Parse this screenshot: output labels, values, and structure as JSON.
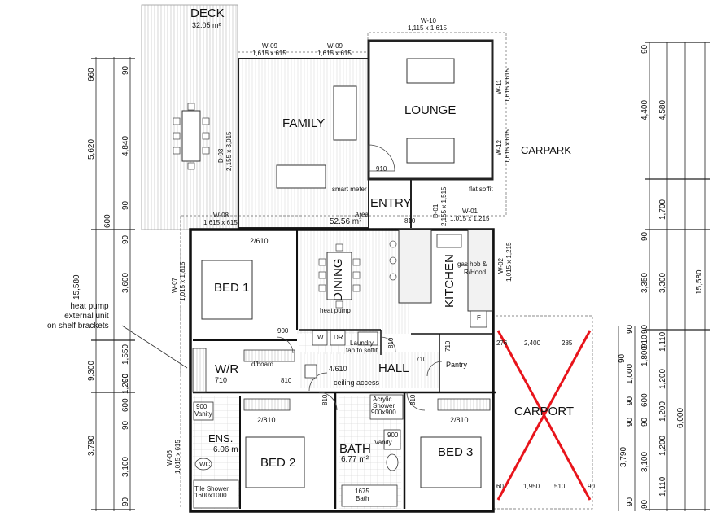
{
  "rooms": {
    "deck": "DECK",
    "deck_area": "32.05 m²",
    "family": "FAMILY",
    "lounge": "LOUNGE",
    "carpark": "CARPARK",
    "entry": "ENTRY",
    "area_label": "Area",
    "area_value": "52.56 m²",
    "bed1": "BED 1",
    "dining": "DINING",
    "kitchen": "KITCHEN",
    "wr": "W/R",
    "hall": "HALL",
    "ens": "ENS.",
    "ens_area": "6.06 m",
    "bed2": "BED 2",
    "bath": "BATH",
    "bath_area": "6.77 m²",
    "bed3": "BED 3",
    "carport": "CARPORT",
    "pantry": "Pantry",
    "laundry": "Laundry",
    "fan_to_soffit": "fan to soffit"
  },
  "windows": {
    "w10": "W-10",
    "w10_size": "1,115 x 1,615",
    "w09": "W-09",
    "w09_size": "1,615 x 615",
    "w11": "W-11",
    "w11_size": "1,615 x 615",
    "w12": "W-12",
    "w12_size": "1,615 x 615",
    "d03": "D-03",
    "d03_size": "2,155 x 3,015",
    "w08": "W-08",
    "w08_size": "1,615 x 615",
    "d01": "D-01",
    "d01_size": "2,155 x 1,515",
    "w01": "W-01",
    "w01_size": "1,015 x 1,215",
    "w02": "W-02",
    "w02_size": "1,015 x 1,215",
    "w07": "W-07",
    "w07_size": "1,015 x 1,815",
    "w06": "W-06",
    "w06_size": "1,015 x 615"
  },
  "doors": {
    "d910": "910",
    "d810_entry": "810",
    "d2_610": "2/610",
    "d900": "900",
    "d710_wr": "710",
    "d810_wr": "810",
    "d4_610": "4/610",
    "d810_hall": "810",
    "d710_hall": "710",
    "d710_pantry": "710",
    "d2_810_left": "2/810",
    "d810_bed2": "810",
    "d810_bath": "810",
    "d2_810_right": "2/810",
    "d810_laundry": "810"
  },
  "annotations": {
    "smart_meter": "smart meter",
    "flat_soffit": "flat soffit",
    "heat_pump_inner": "heat pump",
    "gas_hob": "gas hob &",
    "rh_hood": "R/Hood",
    "fridge": "F",
    "dboard": "d/board",
    "ceiling_access": "ceiling access",
    "acrylic_shower_1": "Acrylic",
    "acrylic_shower_2": "Shower",
    "acrylic_shower_3": "900x900",
    "vanity_ens_1": "900",
    "vanity_ens_2": "Vanity",
    "vanity_bath_1": "900",
    "vanity_bath_2": "Vanity",
    "wc": "WC",
    "tile_shower_1": "Tile Shower",
    "tile_shower_2": "1600x1000",
    "bath_1675": "1675",
    "bath_word": "Bath",
    "washer": "W",
    "dryer": "DR",
    "heat_pump_callout_1": "heat pump",
    "heat_pump_callout_2": "external unit",
    "heat_pump_callout_3": "on shelf brackets",
    "carport_2400": "2,400",
    "carport_285": "285",
    "carport_276": "276",
    "carport_1950": "1,950",
    "carport_510": "510",
    "carport_60": "60",
    "carport_90": "90"
  },
  "dims_left_outer": [
    "660",
    "5,620",
    "600",
    "15,580",
    "9,300",
    "3,790"
  ],
  "dims_left_inner": [
    "90",
    "4,840",
    "90",
    "90",
    "3,600",
    "1,550",
    "90",
    "1,200",
    "600",
    "90",
    "3,100",
    "90"
  ],
  "dims_right_outer": [
    "90",
    "4,400",
    "4,580",
    "1,700",
    "90",
    "3,350",
    "3,300",
    "15,580",
    "90",
    "1,800",
    "6,000",
    "90",
    "3,790",
    "3,100",
    "90"
  ],
  "dims_right_inner": [
    "90",
    "910",
    "1,110",
    "90",
    "1,000",
    "1,200",
    "90",
    "600",
    "1,200",
    "90",
    "1,200",
    "1,110",
    "90"
  ]
}
